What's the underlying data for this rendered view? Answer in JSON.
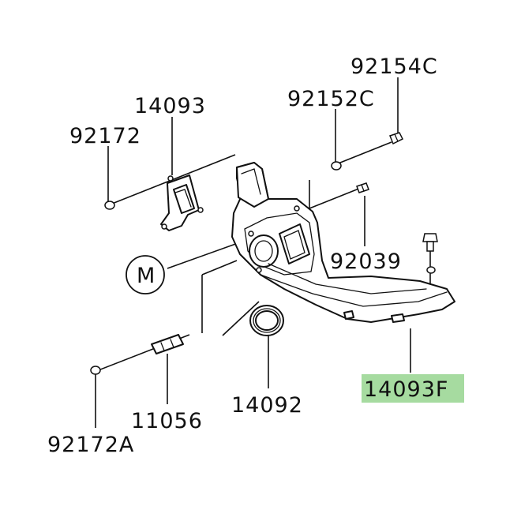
{
  "colors": {
    "highlight": "#a6dba0",
    "ink": "#111111",
    "background": "#ffffff"
  },
  "labels": {
    "p92154C": "92154C",
    "p92152C": "92152C",
    "p14093": "14093",
    "p92172": "92172",
    "p92039": "92039",
    "pM": "M",
    "p14093F": "14093F",
    "p14092": "14092",
    "p11056": "11056",
    "p92172A": "92172A"
  },
  "highlighted_part": "14093F"
}
